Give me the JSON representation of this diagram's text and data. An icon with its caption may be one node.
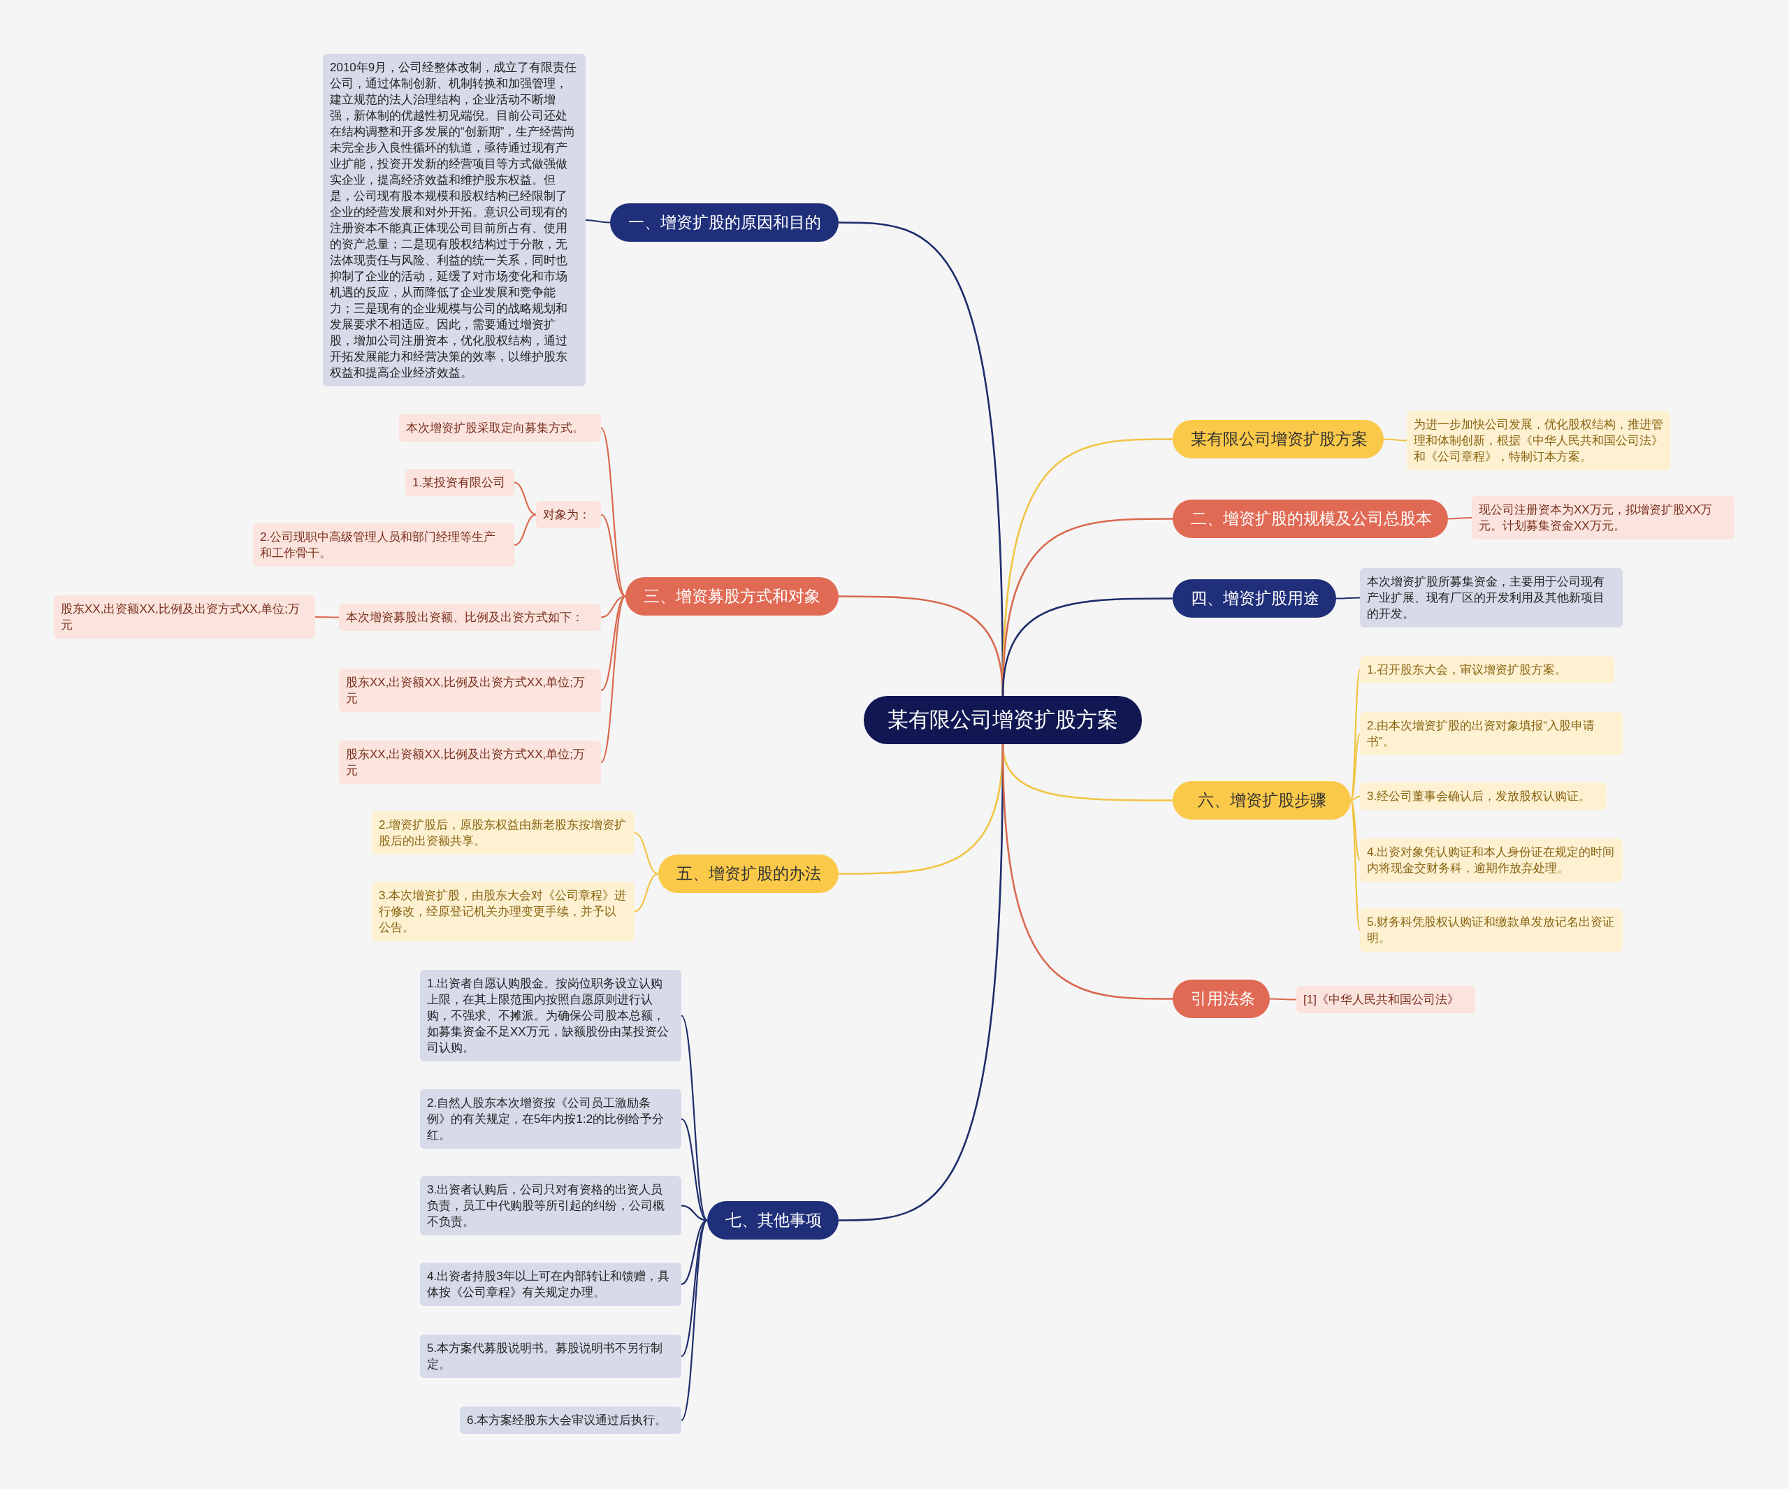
{
  "diagram": {
    "nodes": [
      {
        "text": [
          "某有限公司增资扩股方案"
        ]
      },
      {
        "text": [
          "一、增资扩股的原因和目的"
        ]
      },
      {
        "text": [
          "2010年9月，公司经整体改制，成立了有限责任公司，通过体制创新、机制转换和加强管理，建立规范的法人治理结构，企业活动不断增强，新体制的优越性初见端倪。目前公司还处在结构调整和开多发展的“创新期”，生产经营尚未完全步入良性循环的轨道，亟待通过现有产业扩能，投资开发新的经营项目等方式做强做实企业，提高经济效益和维护股东权益。但是，公司现有股本规模和股权结构已经限制了企业的经营发展和对外开拓。意识公司现有的注册资本不能真正体现公司目前所占有、使用的资产总量；二是现有股权结构过于分散，无法体现责任与风险、利益的统一关系，同时也抑制了企业的活动，延缓了对市场变化和市场机遇的反应，从而降低了企业发展和竞争能力；三是现有的企业规模与公司的战略规划和发展要求不相适应。因此，需要通过增资扩股，增加公司注册资本，优化股权结构，通过开拓发展能力和经营决策的效率，以维护股东权益和提高企业经济效益。"
        ]
      },
      {
        "text": [
          "三、增资募股方式和对象"
        ]
      },
      {
        "text": [
          "本次增资扩股采取定向募集方式。"
        ]
      },
      {
        "text": [
          "对象为："
        ]
      },
      {
        "text": [
          "1.某投资有限公司"
        ]
      },
      {
        "text": [
          "2.公司现职中高级管理人员和部门经理等生产和工作骨干。"
        ]
      },
      {
        "text": [
          "本次增资募股出资额、比例及出资方式如下："
        ]
      },
      {
        "text": [
          "股东XX,出资额XX,比例及出资方式XX,单位;万元"
        ]
      },
      {
        "text": [
          "股东XX,出资额XX,比例及出资方式XX,单位;万元"
        ]
      },
      {
        "text": [
          "股东XX,出资额XX,比例及出资方式XX,单位;万元"
        ]
      },
      {
        "text": [
          "五、增资扩股的办法"
        ]
      },
      {
        "text": [
          "2.增资扩股后，原股东权益由新老股东按增资扩股后的出资额共享。"
        ]
      },
      {
        "text": [
          "3.本次增资扩股，由股东大会对《公司章程》进行修改，经原登记机关办理变更手续，并予以公告。"
        ]
      },
      {
        "text": [
          "七、其他事项"
        ]
      },
      {
        "text": [
          "1.出资者自愿认购股金。按岗位职务设立认购上限，在其上限范围内按照自愿原则进行认购，不强求、不摊派。为确保公司股本总额，如募集资金不足XX万元，缺额股份由某投资公司认购。"
        ]
      },
      {
        "text": [
          "2.自然人股东本次增资按《公司员工激励条例》的有关规定，在5年内按1:2的比例给予分红。"
        ]
      },
      {
        "text": [
          "3.出资者认购后，公司只对有资格的出资人员负责，员工中代购股等所引起的纠纷，公司概不负责。"
        ]
      },
      {
        "text": [
          "4.出资者持股3年以上可在内部转让和馈赠，具体按《公司章程》有关规定办理。"
        ]
      },
      {
        "text": [
          "5.本方案代募股说明书。募股说明书不另行制定。"
        ]
      },
      {
        "text": [
          "6.本方案经股东大会审议通过后执行。"
        ]
      },
      {
        "text": [
          "某有限公司增资扩股方案"
        ]
      },
      {
        "text": [
          "为进一步加快公司发展，优化股权结构，推进管理和体制创新，根据《中华人民共和国公司法》和《公司章程》，特制订本方案。"
        ]
      },
      {
        "text": [
          "二、增资扩股的规模及公司总股本"
        ]
      },
      {
        "text": [
          "现公司注册资本为XX万元，拟增资扩股XX万元。计划募集资金XX万元。"
        ]
      },
      {
        "text": [
          "四、增资扩股用途"
        ]
      },
      {
        "text": [
          "本次增资扩股所募集资金，主要用于公司现有产业扩展、现有厂区的开发利用及其他新项目的开发。"
        ]
      },
      {
        "text": [
          "六、增资扩股步骤"
        ]
      },
      {
        "text": [
          "1.召开股东大会，审议增资扩股方案。"
        ]
      },
      {
        "text": [
          "2.由本次增资扩股的出资对象填报“入股申请书”。"
        ]
      },
      {
        "text": [
          "3.经公司董事会确认后，发放股权认购证。"
        ]
      },
      {
        "text": [
          "4.出资对象凭认购证和本人身份证在规定的时间内将现金交财务科，逾期作放弃处理。"
        ]
      },
      {
        "text": [
          "5.财务科凭股权认购证和缴款单发放记名出资证明。"
        ]
      },
      {
        "text": [
          "引用法条"
        ]
      },
      {
        "text": [
          "[1]《中华人民共和国公司法》"
        ]
      }
    ],
    "edges": [
      {
        "from": 0,
        "to": 1,
        "arrow": "none",
        "color": "#1e2d6b"
      },
      {
        "from": 1,
        "to": 2,
        "arrow": "none",
        "color": "#1e2d6b"
      },
      {
        "from": 0,
        "to": 3,
        "arrow": "none",
        "color": "#d9694f"
      },
      {
        "from": 3,
        "to": 4,
        "arrow": "none",
        "color": "#d9694f"
      },
      {
        "from": 3,
        "to": 5,
        "arrow": "none",
        "color": "#d9694f"
      },
      {
        "from": 5,
        "to": 6,
        "arrow": "none",
        "color": "#d9694f"
      },
      {
        "from": 5,
        "to": 7,
        "arrow": "none",
        "color": "#d9694f"
      },
      {
        "from": 3,
        "to": 8,
        "arrow": "none",
        "color": "#d9694f"
      },
      {
        "from": 8,
        "to": 9,
        "arrow": "none",
        "color": "#d9694f"
      },
      {
        "from": 3,
        "to": 10,
        "arrow": "none",
        "color": "#d9694f"
      },
      {
        "from": 3,
        "to": 11,
        "arrow": "none",
        "color": "#d9694f"
      },
      {
        "from": 0,
        "to": 12,
        "arrow": "none",
        "color": "#f2c443"
      },
      {
        "from": 12,
        "to": 13,
        "arrow": "none",
        "color": "#f2c443"
      },
      {
        "from": 12,
        "to": 14,
        "arrow": "none",
        "color": "#f2c443"
      },
      {
        "from": 0,
        "to": 15,
        "arrow": "none",
        "color": "#1e2d6b"
      },
      {
        "from": 15,
        "to": 16,
        "arrow": "none",
        "color": "#1e2d6b"
      },
      {
        "from": 15,
        "to": 17,
        "arrow": "none",
        "color": "#1e2d6b"
      },
      {
        "from": 15,
        "to": 18,
        "arrow": "none",
        "color": "#1e2d6b"
      },
      {
        "from": 15,
        "to": 19,
        "arrow": "none",
        "color": "#1e2d6b"
      },
      {
        "from": 15,
        "to": 20,
        "arrow": "none",
        "color": "#1e2d6b"
      },
      {
        "from": 15,
        "to": 21,
        "arrow": "none",
        "color": "#1e2d6b"
      },
      {
        "from": 0,
        "to": 22,
        "arrow": "none",
        "color": "#f2c443"
      },
      {
        "from": 22,
        "to": 23,
        "arrow": "none",
        "color": "#f2c443"
      },
      {
        "from": 0,
        "to": 24,
        "arrow": "none",
        "color": "#d9694f"
      },
      {
        "from": 24,
        "to": 25,
        "arrow": "none",
        "color": "#d9694f"
      },
      {
        "from": 0,
        "to": 26,
        "arrow": "none",
        "color": "#1e2d6b"
      },
      {
        "from": 26,
        "to": 27,
        "arrow": "none",
        "color": "#1e2d6b"
      },
      {
        "from": 0,
        "to": 28,
        "arrow": "none",
        "color": "#f2c443"
      },
      {
        "from": 28,
        "to": 29,
        "arrow": "none",
        "color": "#f2c443"
      },
      {
        "from": 28,
        "to": 30,
        "arrow": "none",
        "color": "#f2c443"
      },
      {
        "from": 28,
        "to": 31,
        "arrow": "none",
        "color": "#f2c443"
      },
      {
        "from": 28,
        "to": 32,
        "arrow": "none",
        "color": "#f2c443"
      },
      {
        "from": 28,
        "to": 33,
        "arrow": "none",
        "color": "#f2c443"
      },
      {
        "from": 0,
        "to": 34,
        "arrow": "none",
        "color": "#d9694f"
      },
      {
        "from": 34,
        "to": 35,
        "arrow": "none",
        "color": "#d9694f"
      }
    ]
  }
}
